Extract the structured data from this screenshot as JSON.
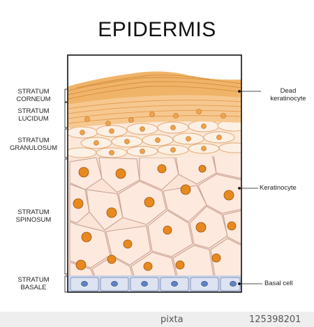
{
  "title": "EPIDERMIS",
  "layers": [
    {
      "name": "STRATUM CORNEUM",
      "line1": "STRATUM",
      "line2": "CORNEUM"
    },
    {
      "name": "STRATUM LUCIDUM",
      "line1": "STRATUM",
      "line2": "LUCIDUM"
    },
    {
      "name": "STRATUM GRANULOSUM",
      "line1": "STRATUM",
      "line2": "GRANULOSUM"
    },
    {
      "name": "STRATUM SPINOSUM",
      "line1": "STRATUM",
      "line2": "SPINOSUM"
    },
    {
      "name": "STRATUM BASALE",
      "line1": "STRATUM",
      "line2": "BASALE"
    }
  ],
  "cell_labels": {
    "dead": {
      "line1": "Dead",
      "line2": "keratinocyte"
    },
    "keratinocyte": "Keratinocyte",
    "basal": "Basal cell"
  },
  "colors": {
    "corneum": "#f0b469",
    "lucidum": "#f6c88f",
    "granulosum": "#fbe8d8",
    "spinosum": "#fbe3d6",
    "basale": "#c9d3ea",
    "nucleus": "#e8891f",
    "basal_nucleus": "#5f83c4",
    "outline": "#111111"
  },
  "footer": {
    "brand": "pixta",
    "stock_id": "125398201"
  }
}
